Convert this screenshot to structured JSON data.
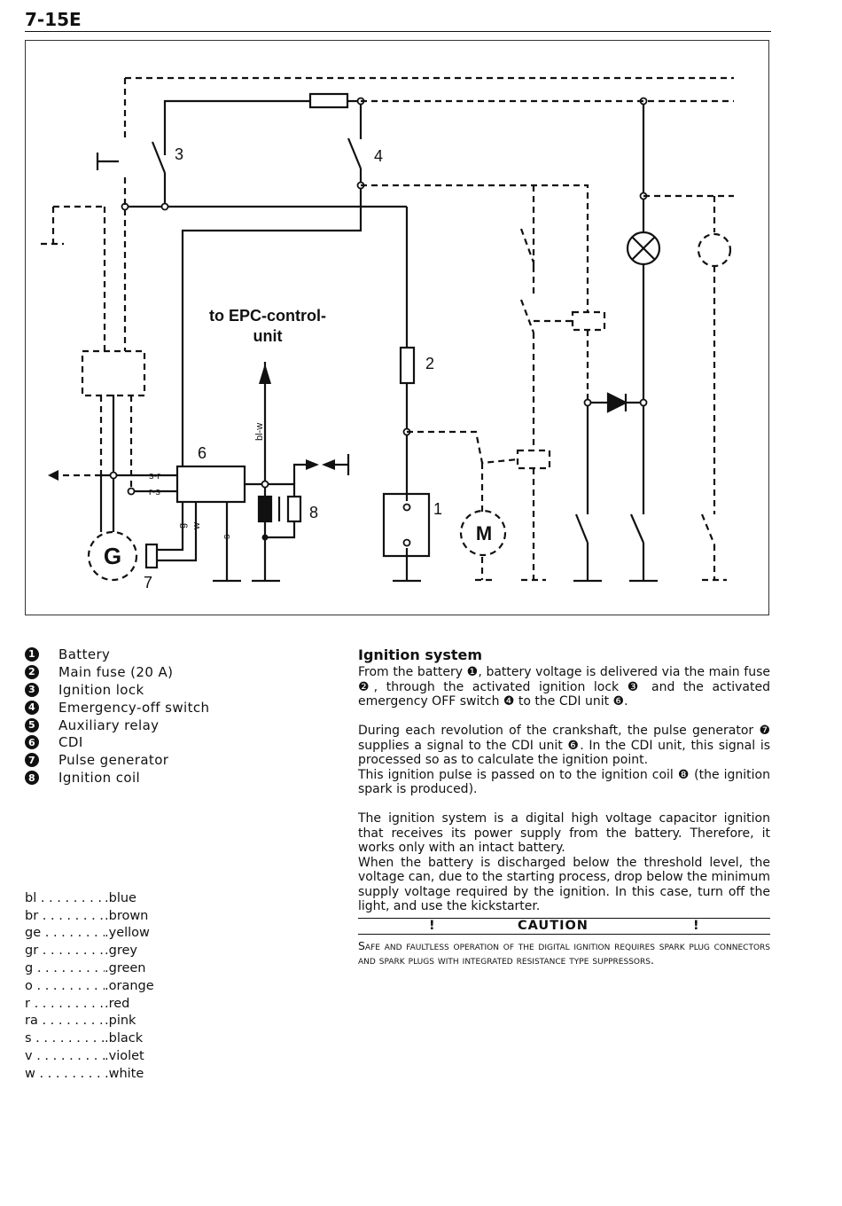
{
  "page": {
    "number": "7-15E"
  },
  "diagram": {
    "epc_label_line1": "to EPC-control-",
    "epc_label_line2": "unit",
    "wire_bl_w": "bl-w",
    "wire_s_r": "s-r",
    "wire_r_s": "r-s",
    "wire_g": "g",
    "wire_w": "w",
    "wire_s": "s",
    "generator_symbol": "G",
    "motor_symbol": "M",
    "callouts": {
      "n1": "1",
      "n2": "2",
      "n3": "3",
      "n4": "4",
      "n6": "6",
      "n7": "7",
      "n8": "8"
    }
  },
  "legend": [
    {
      "num": "1",
      "label": "Battery"
    },
    {
      "num": "2",
      "label": "Main fuse (20 A)"
    },
    {
      "num": "3",
      "label": "Ignition lock"
    },
    {
      "num": "4",
      "label": "Emergency-off switch"
    },
    {
      "num": "5",
      "label": "Auxiliary relay"
    },
    {
      "num": "6",
      "label": "CDI"
    },
    {
      "num": "7",
      "label": "Pulse generator"
    },
    {
      "num": "8",
      "label": "Ignition coil"
    }
  ],
  "color_codes": [
    {
      "abbr": "bl",
      "name": ".blue"
    },
    {
      "abbr": "br",
      "name": ".brown"
    },
    {
      "abbr": "ge",
      "name": ".yellow"
    },
    {
      "abbr": "gr",
      "name": ".grey"
    },
    {
      "abbr": "g",
      "name": ".green"
    },
    {
      "abbr": "o",
      "name": ".orange"
    },
    {
      "abbr": "r",
      "name": ".red"
    },
    {
      "abbr": "ra",
      "name": ".pink"
    },
    {
      "abbr": "s",
      "name": ".black"
    },
    {
      "abbr": "v",
      "name": ".violet"
    },
    {
      "abbr": "w",
      "name": ".white"
    }
  ],
  "article": {
    "title": "Ignition system",
    "p1": "From the battery ❶, battery voltage is delivered via the main fuse ❷, through the activated ignition lock ❸ and the activated emergency OFF switch ❹ to the CDI unit ❻.",
    "p2": "During each revolution of the crankshaft, the pulse generator ❼ supplies a signal to the CDI unit ❻. In the CDI unit, this signal is processed so as to calculate the ignition point.",
    "p3": "This ignition pulse is passed on to the ignition coil ❽ (the ignition spark is produced).",
    "p4": "The ignition system is a digital high voltage capacitor ignition that receives its power supply from the battery. Therefore, it works only with an intact battery.",
    "p5": "When the battery is discharged below the threshold level, the voltage can, due to the starting process, drop below the minimum supply voltage required by the ignition. In this case, turn off the light, and use the kickstarter."
  },
  "caution": {
    "bang": "!",
    "title": "CAUTION",
    "text": "Safe and faultless operation of the digital ignition requires spark plug connectors and spark plugs with integrated resistance type suppressors."
  }
}
